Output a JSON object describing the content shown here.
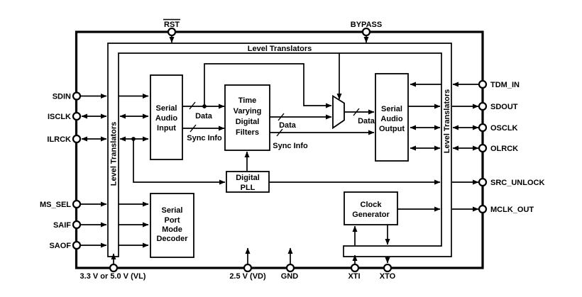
{
  "diagram": {
    "colors": {
      "line": "#000000",
      "background": "#ffffff"
    },
    "pins": {
      "top": [
        "RST",
        "BYPASS"
      ],
      "left": [
        "SDIN",
        "ISCLK",
        "ILRCK",
        "MS_SEL",
        "SAIF",
        "SAOF"
      ],
      "right": [
        "TDM_IN",
        "SDOUT",
        "OSCLK",
        "OLRCK",
        "SRC_UNLOCK",
        "MCLK_OUT"
      ],
      "bottom": [
        "3.3 V or 5.0 V (VL)",
        "2.5 V (VD)",
        "GND",
        "XTI",
        "XTO"
      ]
    },
    "blocks": {
      "lt_top": "Level Translators",
      "lt_left": "Level Translators",
      "lt_right": "Level Translators",
      "sai": [
        "Serial",
        "Audio",
        "Input"
      ],
      "tvdf": [
        "Time",
        "Varying",
        "Digital",
        "Filters"
      ],
      "sao": [
        "Serial",
        "Audio",
        "Output"
      ],
      "dpll": [
        "Digital",
        "PLL"
      ],
      "spmd": [
        "Serial",
        "Port",
        "Mode",
        "Decoder"
      ],
      "clkgen": [
        "Clock",
        "Generator"
      ]
    },
    "bus_labels": {
      "sai_data": "Data",
      "sai_sync": "Sync Info",
      "filt_data": "Data",
      "filt_sync": "Sync Info",
      "mux_data": "Data"
    }
  }
}
